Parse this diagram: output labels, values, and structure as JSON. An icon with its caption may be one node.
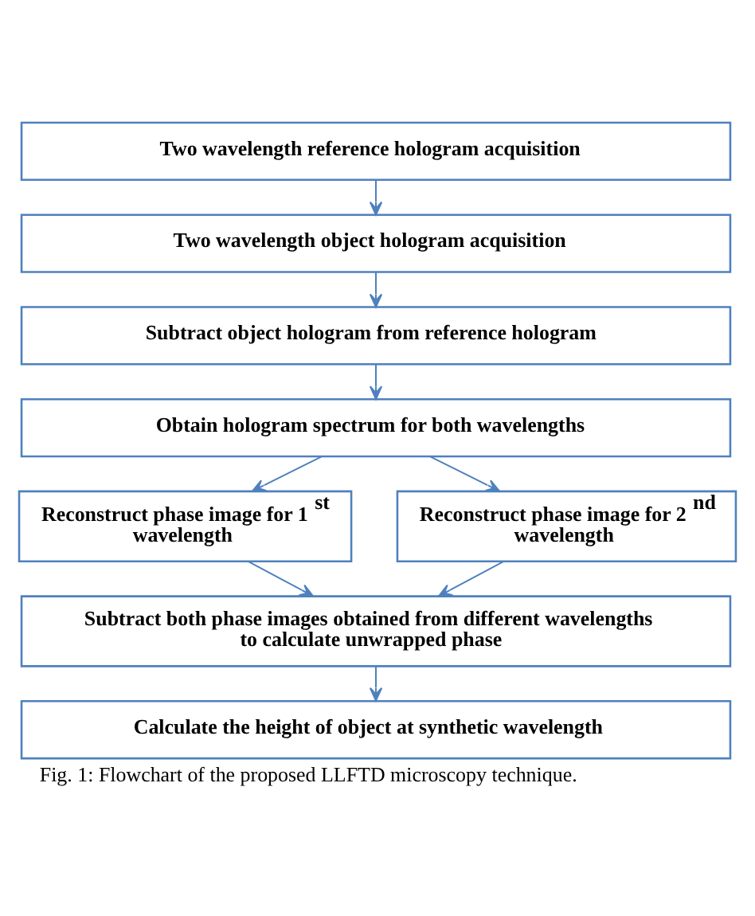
{
  "diagram": {
    "caption": "Fig. 1: Flowchart of the proposed LLFTD microscopy technique.",
    "nodes": [
      {
        "text": [
          "Two wavelength reference hologram acquisition"
        ]
      },
      {
        "text": [
          "Two wavelength object hologram acquisition"
        ]
      },
      {
        "text": [
          "Subtract object hologram from reference hologram"
        ]
      },
      {
        "text": [
          "Obtain hologram spectrum for both wavelengths"
        ]
      },
      {
        "text": [
          "Reconstruct phase image for 1$^{st}$ wavelength"
        ]
      },
      {
        "text": [
          "Reconstruct phase image for 2$^{nd}$ wavelength"
        ]
      },
      {
        "text": [
          "Subtract both phase images obtained from different wavelengths to calculate unwrapped phase"
        ]
      },
      {
        "text": [
          "Calculate the height of object at synthetic wavelength"
        ]
      }
    ],
    "edges": [
      {
        "from": 0,
        "to": 1,
        "arrow": "to"
      },
      {
        "from": 1,
        "to": 2,
        "arrow": "to"
      },
      {
        "from": 2,
        "to": 3,
        "arrow": "to"
      },
      {
        "from": 3,
        "to": 4,
        "arrow": "to"
      },
      {
        "from": 3,
        "to": 5,
        "arrow": "to"
      },
      {
        "from": 4,
        "to": 6,
        "arrow": "to"
      },
      {
        "from": 5,
        "to": 6,
        "arrow": "to"
      },
      {
        "from": 6,
        "to": 7,
        "arrow": "to"
      }
    ]
  }
}
